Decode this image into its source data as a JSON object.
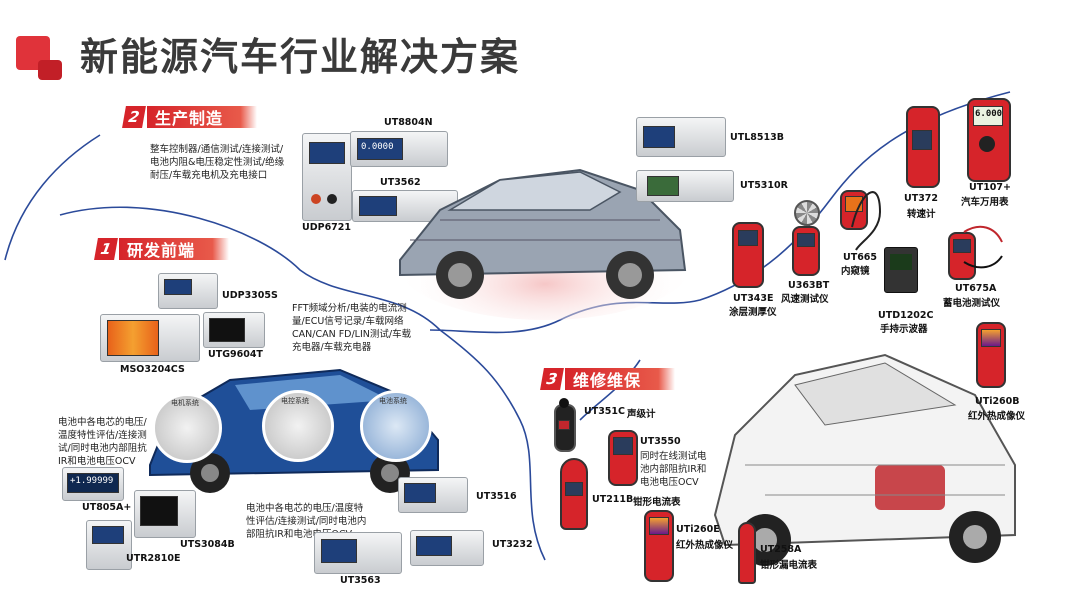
{
  "title": "新能源汽车行业解决方案",
  "colors": {
    "accent": "#d6242a",
    "blue_line": "#2b4a9a"
  },
  "sections": [
    {
      "num": "2",
      "label": "生产制造",
      "desc_lines": [
        "整车控制器/通信测试/连接测试/",
        "电池内阻&电压稳定性测试/绝缘",
        "耐压/车载充电机及充电接口"
      ]
    },
    {
      "num": "1",
      "label": "研发前端"
    },
    {
      "num": "3",
      "label": "维修维保"
    }
  ],
  "notes": {
    "rd_fft": [
      "FFT频域分析/电装的电流测",
      "量/ECU信号记录/车载网络",
      "CAN/CAN FD/LIN测试/车载",
      "充电器/车载充电器"
    ],
    "battery_left": [
      "电池中各电芯的电压/",
      "温度特性评估/连接测",
      "试/同时电池内部阻抗",
      "IR和电池电压OCV"
    ],
    "battery_bottom": [
      "电池中各电芯的电压/温度特",
      "性评估/连接测试/同时电池内",
      "部阻抗IR和电池电压OCV"
    ],
    "ut3550_desc": [
      "同时在线测试电",
      "池内部阻抗IR和",
      "电池电压OCV"
    ]
  },
  "bubbles": [
    "电机系统",
    "电控系统",
    "电池系统"
  ],
  "products": {
    "ut8804n": "UT8804N",
    "ut3562": "UT3562",
    "udp6721": "UDP6721",
    "utl8513b": "UTL8513B",
    "ut5310r": "UT5310R",
    "udp3305s": "UDP3305S",
    "utg9604t": "UTG9604T",
    "mso3204cs": "MSO3204CS",
    "ut805a": "UT805A+",
    "uts3084b": "UTS3084B",
    "utr2810e": "UTR2810E",
    "ut3516": "UT3516",
    "ut3232": "UT3232",
    "ut3563": "UT3563",
    "ut343e_name": "UT343E",
    "ut343e_desc": "涂层测厚仪",
    "ut363bt_name": "U363BT",
    "ut363bt_desc": "风速测试仪",
    "ut665_name": "UT665",
    "ut665_desc": "内窥镜",
    "ut372_name": "UT372",
    "ut372_desc": "转速计",
    "ut107_name": "UT107+",
    "ut107_desc": "汽车万用表",
    "utd1202c_name": "UTD1202C",
    "utd1202c_desc": "手持示波器",
    "ut675a_name": "UT675A",
    "ut675a_desc": "蓄电池测试仪",
    "uti260b_name": "UTi260B",
    "uti260b_desc": "红外热成像仪",
    "ut351c_name": "UT351C",
    "ut351c_desc": "声级计",
    "ut3550_name": "UT3550",
    "ut211b_name": "UT211B",
    "ut211b_desc": "钳形电流表",
    "uti260e_name": "UTi260E",
    "uti260e_desc": "红外热成像仪",
    "ut258a_name": "UT258A",
    "ut258a_desc": "钳形漏电流表"
  },
  "screen_readouts": {
    "ut8804n": "0.0000",
    "ut805a": "+1.99999",
    "ut107": "6.000"
  }
}
